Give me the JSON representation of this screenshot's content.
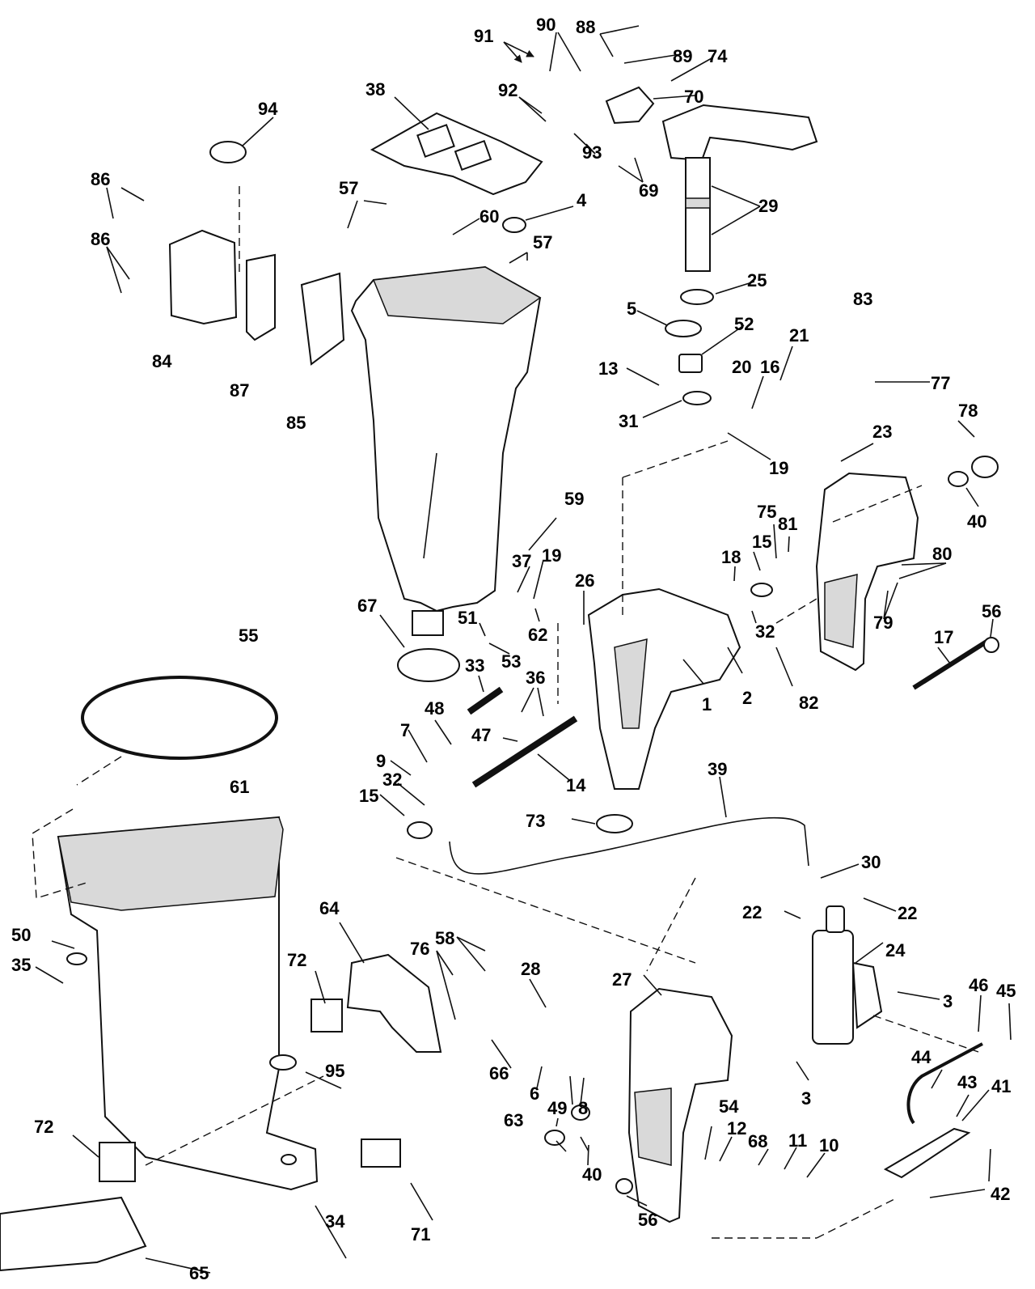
{
  "diagram": {
    "callouts": [
      "1",
      "2",
      "3",
      "3",
      "4",
      "5",
      "6",
      "7",
      "8",
      "9",
      "10",
      "11",
      "12",
      "13",
      "14",
      "15",
      "15",
      "16",
      "17",
      "18",
      "19",
      "19",
      "20",
      "21",
      "22",
      "22",
      "23",
      "24",
      "25",
      "26",
      "27",
      "28",
      "29",
      "30",
      "31",
      "32",
      "32",
      "33",
      "34",
      "35",
      "36",
      "37",
      "38",
      "39",
      "40",
      "40",
      "41",
      "42",
      "43",
      "44",
      "45",
      "46",
      "47",
      "48",
      "49",
      "50",
      "51",
      "52",
      "53",
      "54",
      "55",
      "56",
      "56",
      "57",
      "57",
      "58",
      "59",
      "60",
      "61",
      "62",
      "63",
      "64",
      "65",
      "66",
      "67",
      "68",
      "69",
      "70",
      "71",
      "72",
      "72",
      "73",
      "74",
      "75",
      "76",
      "77",
      "78",
      "79",
      "80",
      "81",
      "82",
      "83",
      "84",
      "85",
      "86",
      "86",
      "87",
      "88",
      "89",
      "90",
      "91",
      "92",
      "93",
      "94",
      "95"
    ]
  }
}
